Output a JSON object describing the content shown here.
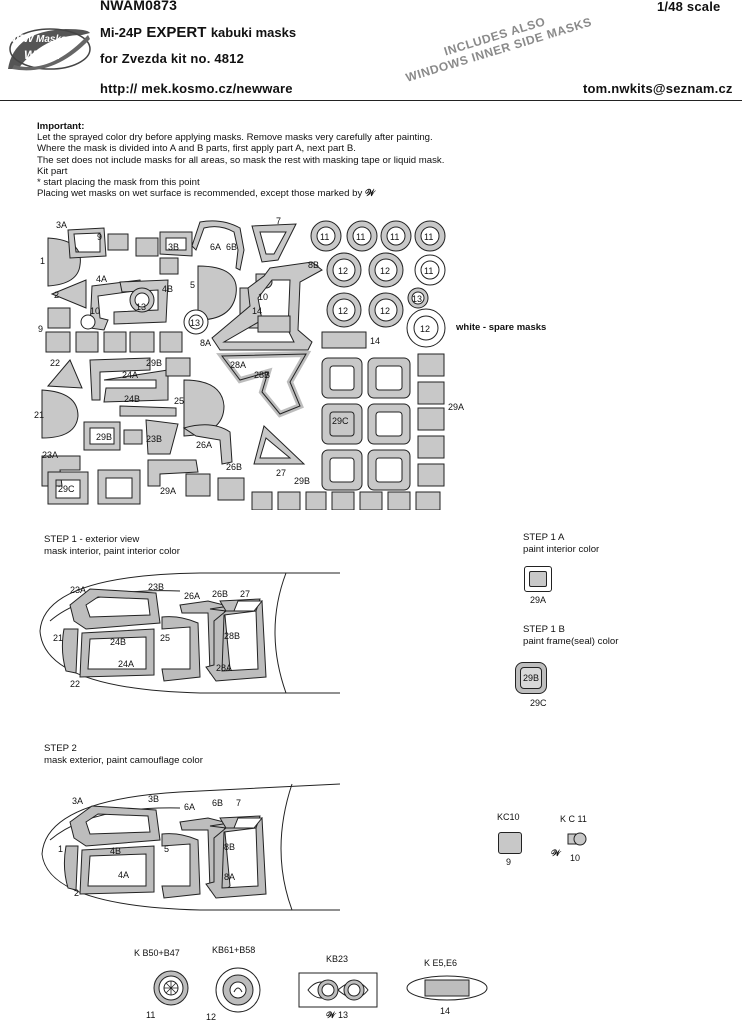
{
  "header": {
    "product_code": "NWAM0873",
    "scale": "1/48 scale",
    "model": "Mi-24P",
    "expert": "EXPERT",
    "kabuki": "kabuki masks",
    "kit": "for Zvezda kit no. 4812",
    "url": "http:// mek.kosmo.cz/newware",
    "email": "tom.nwkits@seznam.cz",
    "stamp_line1": "INCLUDES ALSO",
    "stamp_line2": "WINDOWS INNER SIDE MASKS"
  },
  "logo": {
    "line1": "NEW",
    "line2": "Masks",
    "line3": "WARE"
  },
  "instructions": {
    "heading": "Important:",
    "lines": [
      "Let the sprayed color dry before applying masks. Remove masks very carefully after painting.",
      "Where the mask is divided into A and B parts, first apply part A, next part B.",
      "The set does not include masks for all areas, so mask the rest with masking tape or liquid mask.",
      "Kit part",
      "* start placing the mask from this point",
      "Placing wet masks on wet surface is recommended, except those marked by"
    ]
  },
  "sheet": {
    "spare_note": "white - spare masks",
    "labels": [
      "3A",
      "9",
      "3B",
      "6A",
      "6B",
      "7",
      "1",
      "4A",
      "4B",
      "5",
      "2",
      "10",
      "13",
      "8B",
      "14",
      "8A",
      "9",
      "29B",
      "22",
      "28A",
      "24A",
      "28B",
      "24B",
      "25",
      "21",
      "29A",
      "29C",
      "23B",
      "26A",
      "29B",
      "23A",
      "26B",
      "27",
      "29B",
      "29C",
      "29A"
    ]
  },
  "step1": {
    "title": "STEP 1 - exterior view",
    "subtitle": "mask interior, paint interior color",
    "labels": [
      "23A",
      "23B",
      "26A",
      "26B",
      "27",
      "21",
      "24B",
      "25",
      "28B",
      "24A",
      "28A",
      "22"
    ]
  },
  "step1a": {
    "title": "STEP 1 A",
    "subtitle": "paint interior color",
    "part": "29A"
  },
  "step1b": {
    "title": "STEP 1 B",
    "subtitle": "paint frame(seal) color",
    "inner": "29B",
    "outer": "29C"
  },
  "step2": {
    "title": "STEP 2",
    "subtitle": "mask exterior, paint camouflage color",
    "labels": [
      "3A",
      "3B",
      "6A",
      "6B",
      "7",
      "1",
      "4B",
      "5",
      "8B",
      "4A",
      "8A",
      "2"
    ]
  },
  "kit_parts": [
    {
      "code": "KC10",
      "mask": "9"
    },
    {
      "code": "K C 11",
      "mask": "10"
    },
    {
      "code": "K B50+B47",
      "mask": "11"
    },
    {
      "code": "KB61+B58",
      "mask": "12"
    },
    {
      "code": "KB23",
      "mask": "13"
    },
    {
      "code": "K E5,E6",
      "mask": "14"
    }
  ]
}
